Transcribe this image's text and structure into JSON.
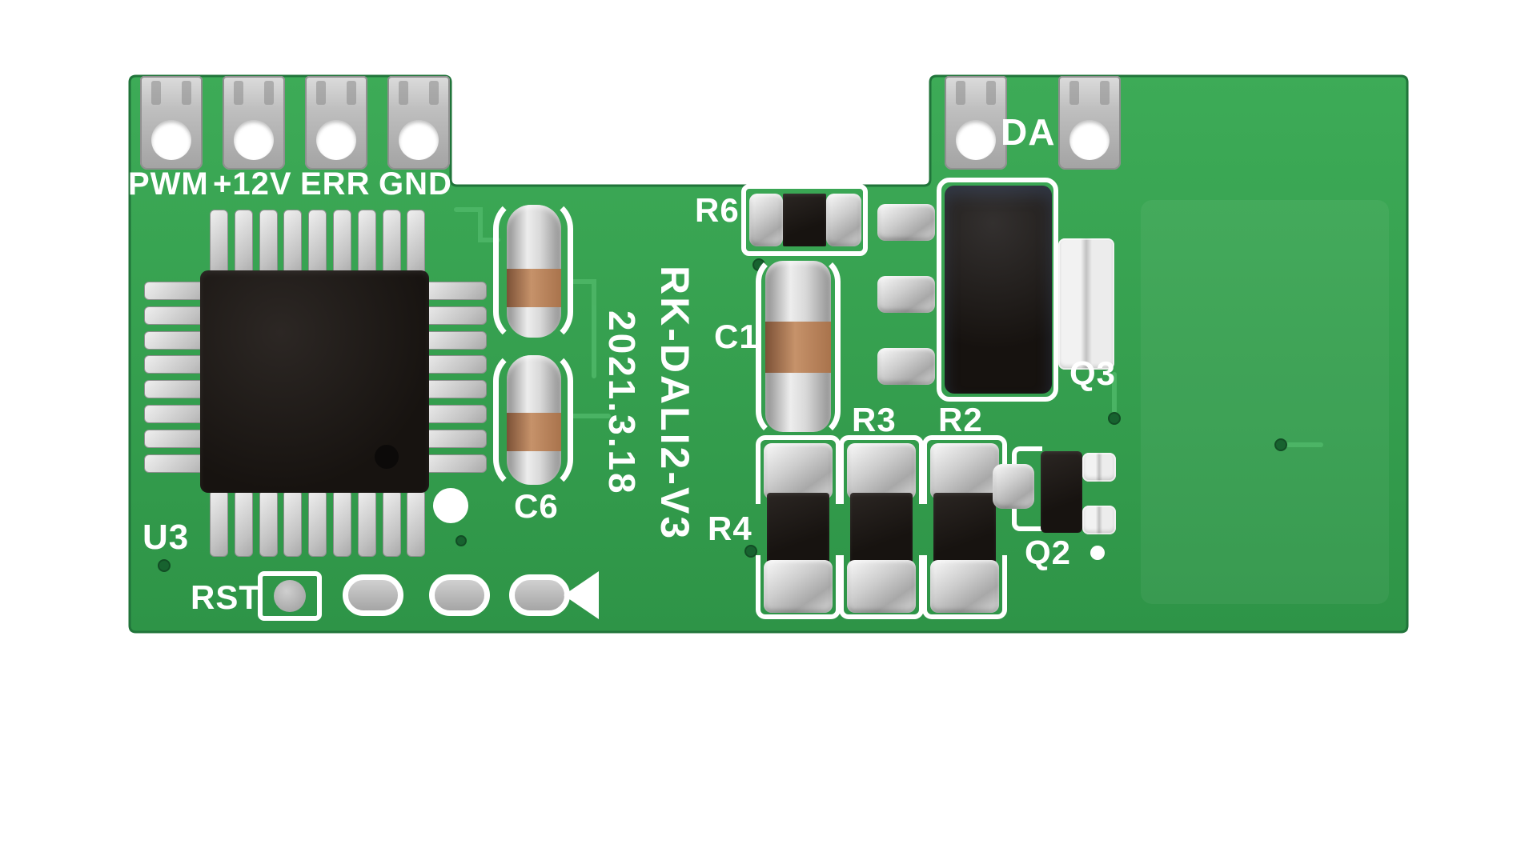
{
  "board": {
    "model": "RK-DALI2-V3",
    "date": "2021.3.18",
    "connectors_left": [
      "PWM",
      "+12V",
      "ERR",
      "GND"
    ],
    "connector_right_label": "DA",
    "ref_labels": {
      "u3": "U3",
      "rst": "RST",
      "c6": "C6",
      "r6": "R6",
      "c1": "C1",
      "r3": "R3",
      "r2": "R2",
      "r4": "R4",
      "q3": "Q3",
      "q2": "Q2"
    },
    "colors": {
      "board_green": "#36a050",
      "board_edge": "#20743a",
      "silkscreen_white": "#ffffff",
      "pad_metal": "#c9c9c9",
      "ic_black": "#1c1815",
      "capacitor_band_tan": "#b8845c",
      "via_dark_green": "#17622f"
    }
  }
}
